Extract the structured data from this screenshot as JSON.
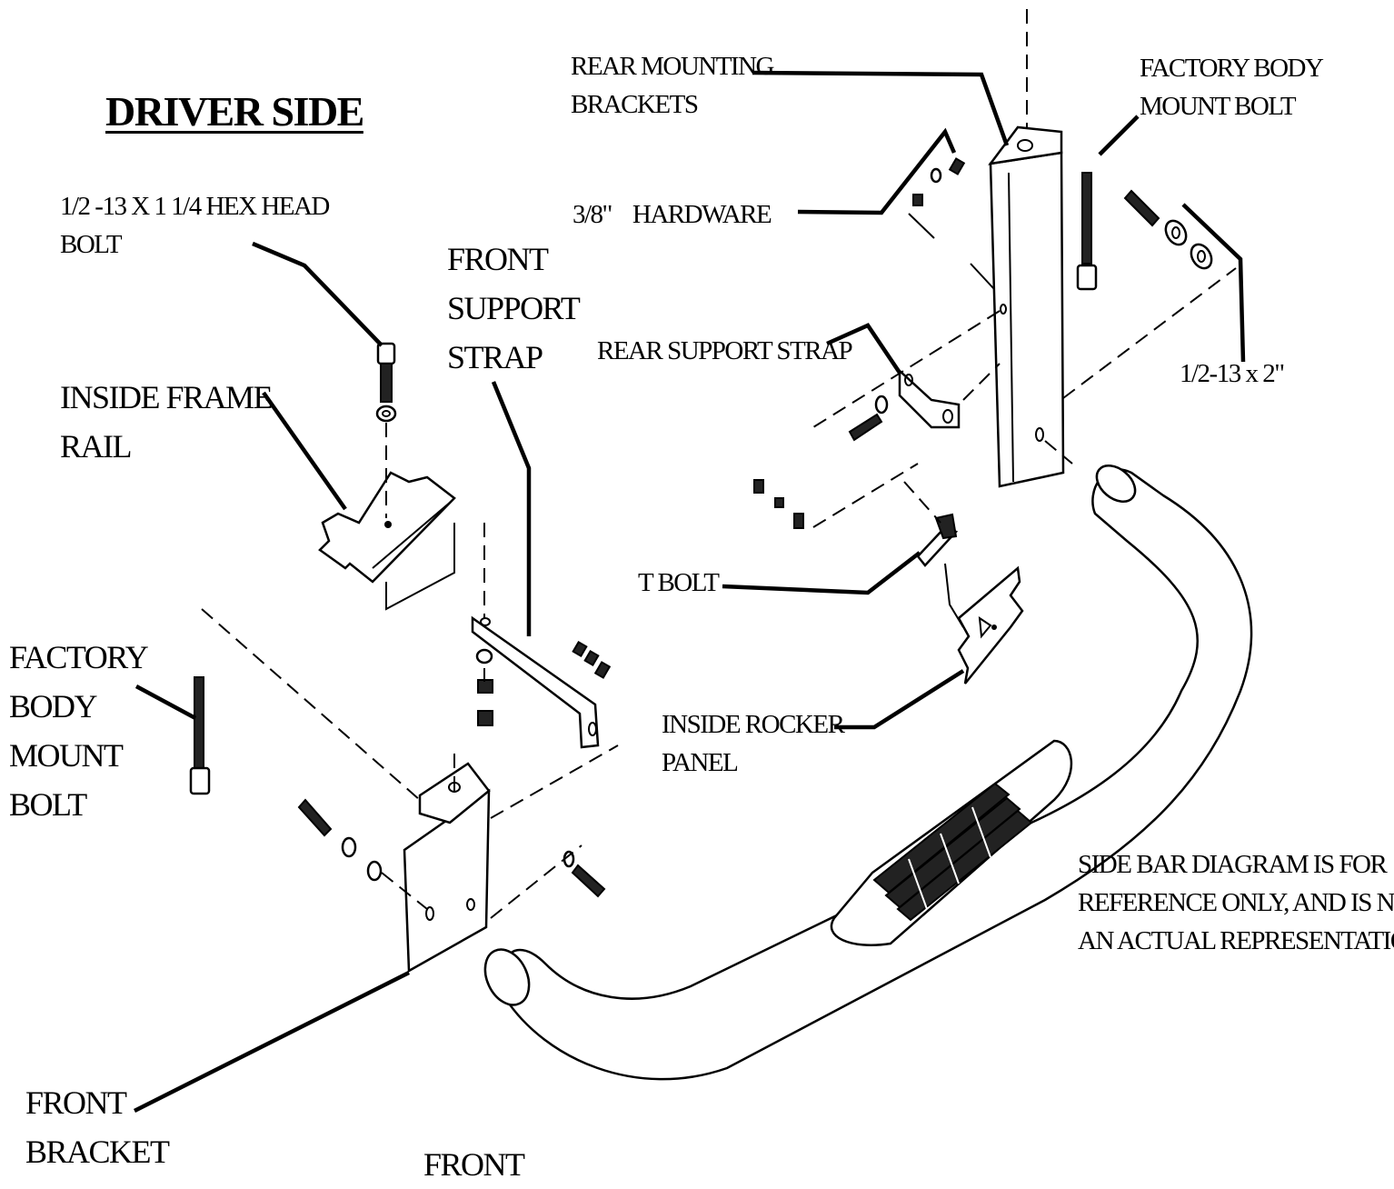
{
  "diagram": {
    "title": "DRIVER SIDE",
    "labels": {
      "rear_mounting_brackets": [
        "REAR MOUNTING",
        "BRACKETS"
      ],
      "factory_body_mount_bolt_top": [
        "FACTORY BODY",
        "MOUNT BOLT"
      ],
      "hardware_3_8": "3/8\"    HARDWARE",
      "hex_head_bolt": [
        "1/2 -13 X 1 1/4 HEX HEAD",
        "BOLT"
      ],
      "front_support_strap": [
        "FRONT",
        "SUPPORT",
        "STRAP"
      ],
      "rear_support_strap": "REAR SUPPORT STRAP",
      "bolt_1_2_13x2": "1/2-13 x 2\"",
      "inside_frame_rail": [
        "INSIDE FRAME",
        "RAIL"
      ],
      "t_bolt": "T BOLT",
      "factory_body_mount_bolt_left": [
        "FACTORY",
        "BODY",
        "MOUNT",
        "BOLT"
      ],
      "inside_rocker_panel": [
        "INSIDE ROCKER",
        "PANEL"
      ],
      "disclaimer": [
        "SIDE BAR DIAGRAM IS FOR",
        "REFERENCE ONLY, AND IS NOT",
        "AN ACTUAL REPRESENTATION"
      ],
      "front_bracket": [
        "FRONT",
        "BRACKET"
      ],
      "front": "FRONT"
    },
    "parts": [
      "side-bar-tube-icon",
      "step-pad-icon",
      "rear-mounting-bracket-icon",
      "front-bracket-icon",
      "front-support-strap-icon",
      "rear-support-strap-icon",
      "inside-frame-rail-icon",
      "inside-rocker-panel-icon",
      "t-bolt-icon",
      "hex-head-bolt-icon",
      "factory-body-mount-bolt-icon",
      "hardware-nut-icon",
      "washer-icon"
    ]
  }
}
